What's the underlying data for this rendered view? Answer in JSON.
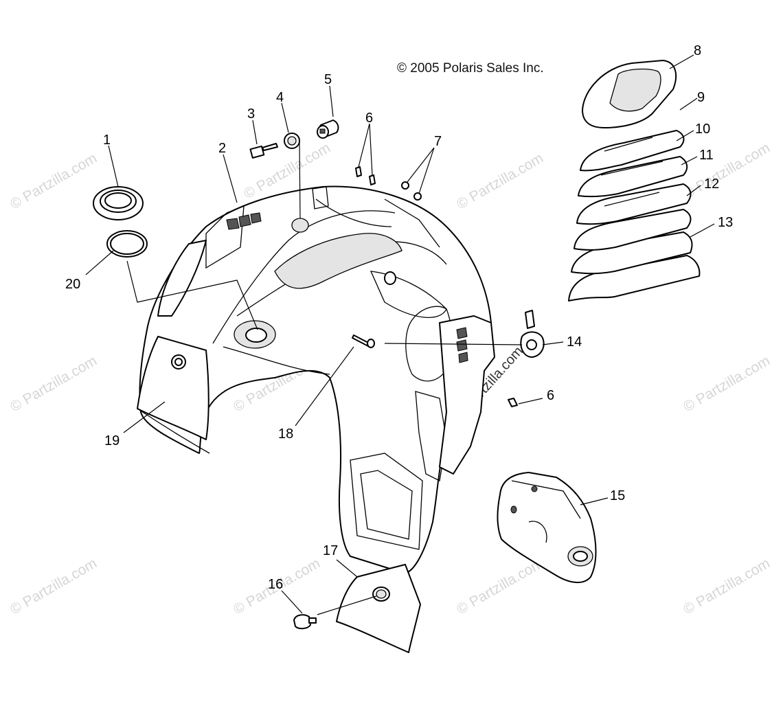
{
  "copyright": "© 2005 Polaris Sales Inc.",
  "watermark": "© Partzilla.com",
  "callouts": [
    "1",
    "2",
    "3",
    "4",
    "5",
    "6",
    "7",
    "8",
    "9",
    "10",
    "11",
    "12",
    "13",
    "14",
    "6",
    "15",
    "16",
    "17",
    "18",
    "19",
    "20"
  ]
}
